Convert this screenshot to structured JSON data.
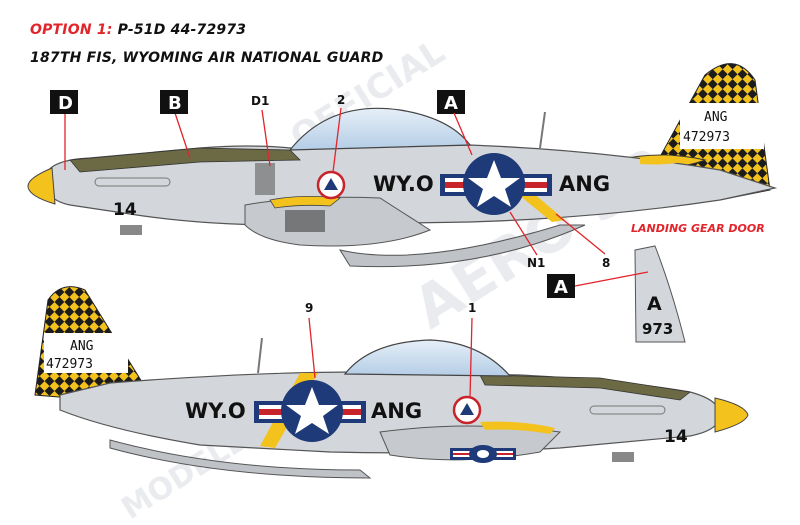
{
  "header": {
    "option": "OPTION 1:",
    "aircraft": "P-51D  44-72973",
    "unit": "187TH FIS, WYOMING AIR NATIONAL GUARD"
  },
  "callouts": {
    "D": "D",
    "B": "B",
    "D1": "D1",
    "n2": "2",
    "A_top": "A",
    "N1": "N1",
    "n8": "8",
    "A_door": "A",
    "n9": "9",
    "n1": "1"
  },
  "markings": {
    "wyo": "WY.O",
    "ang": "ANG",
    "buzz_top": "14",
    "buzz_bottom": "14",
    "tail_ang": "ANG",
    "tail_serial": "472973"
  },
  "landing_gear": {
    "label": "LANDING GEAR DOOR",
    "letter": "A",
    "number": "973"
  },
  "watermark": {
    "brand": "AERO SP",
    "sub": "MODELL BAU",
    "corner": "OFFICIAL"
  },
  "colors": {
    "fuselage": "#d3d6da",
    "olive": "#6b6a45",
    "yellow": "#f3c21d",
    "checker_dark": "#1c1c1c",
    "roundel_blue": "#1e3a78",
    "bar_red": "#c8242b",
    "callout_red": "#e2242b",
    "canopy": "#c9dcef"
  }
}
